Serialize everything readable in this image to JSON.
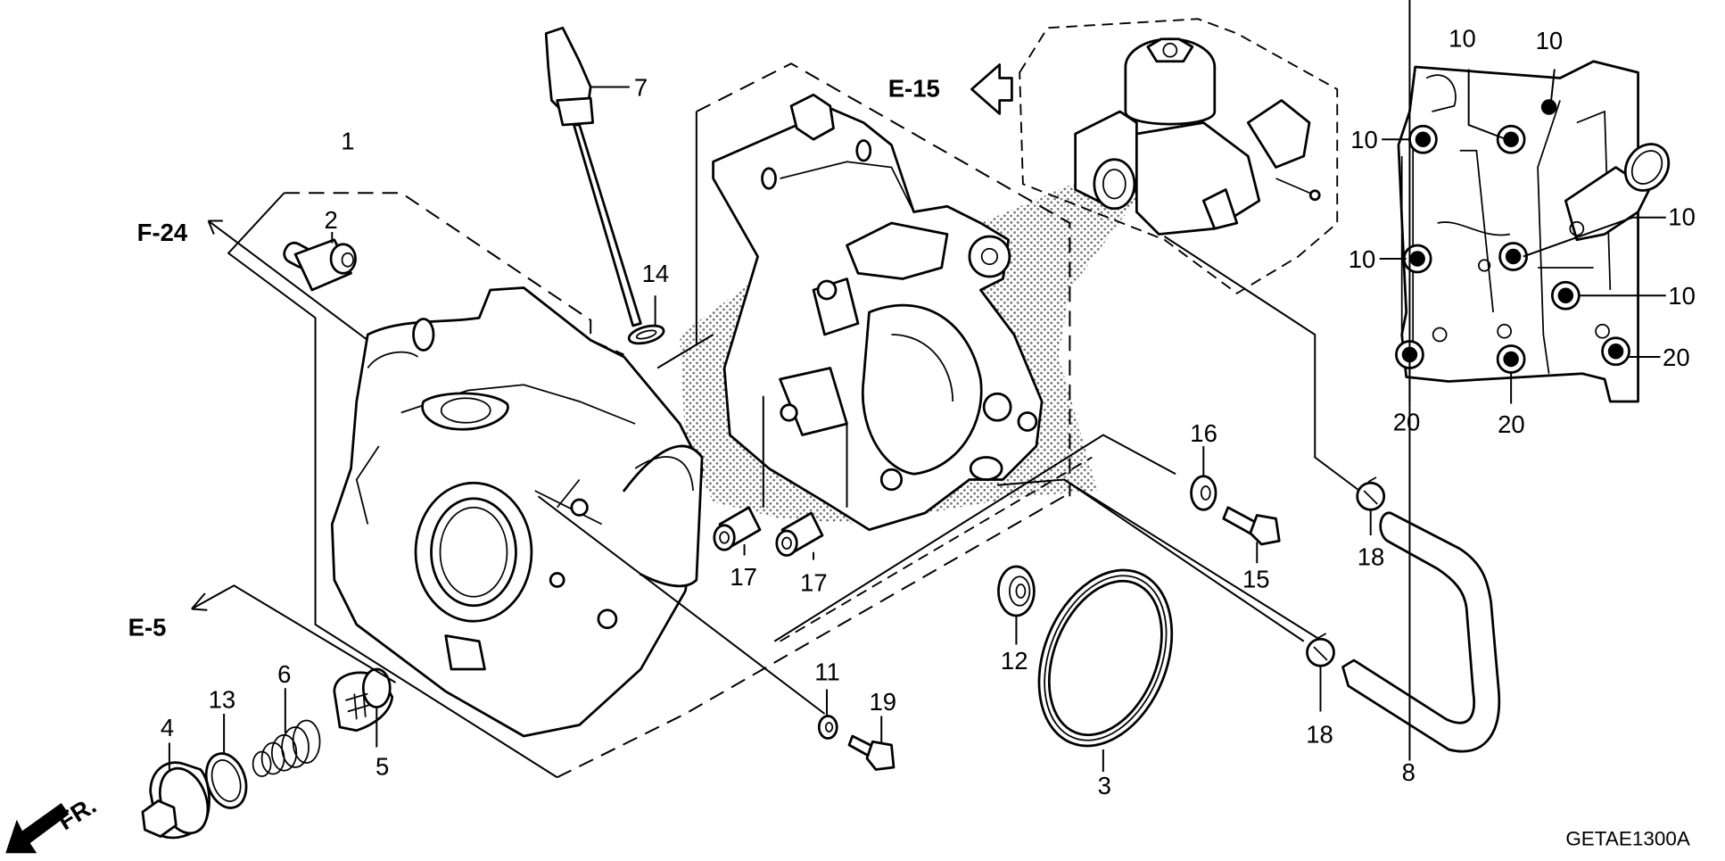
{
  "diagram": {
    "type": "exploded-parts-view",
    "drawing_code": "GETAE1300A",
    "references": {
      "f24": "F-24",
      "e5": "E-5",
      "e15": "E-15",
      "front": "FR."
    },
    "callouts": {
      "p1": "1",
      "p2": "2",
      "p3": "3",
      "p4": "4",
      "p5": "5",
      "p6": "6",
      "p7": "7",
      "p8": "8",
      "p10a": "10",
      "p10b": "10",
      "p10c": "10",
      "p10d": "10",
      "p10e": "10",
      "p10f": "10",
      "p11": "11",
      "p12": "12",
      "p13": "13",
      "p14": "14",
      "p15": "15",
      "p16": "16",
      "p17a": "17",
      "p17b": "17",
      "p18a": "18",
      "p18b": "18",
      "p19": "19",
      "p20a": "20",
      "p20b": "20",
      "p20c": "20"
    },
    "colors": {
      "ink": "#000000",
      "background": "#ffffff"
    }
  }
}
